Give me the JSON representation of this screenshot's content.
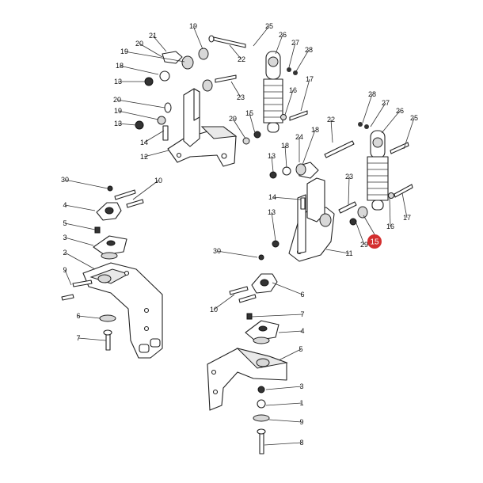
{
  "diagram": {
    "highlight": {
      "label": "15",
      "color": "#d32f2f"
    },
    "labels": [
      "25",
      "26",
      "27",
      "28",
      "19",
      "21",
      "20",
      "22",
      "19",
      "18",
      "13",
      "17",
      "20",
      "19",
      "16",
      "23",
      "13",
      "15",
      "14",
      "29",
      "12",
      "28",
      "27",
      "26",
      "25",
      "22",
      "18",
      "24",
      "18",
      "13",
      "14",
      "13",
      "23",
      "17",
      "16",
      "29",
      "11",
      "30",
      "10",
      "4",
      "5",
      "3",
      "2",
      "30",
      "9",
      "10",
      "6",
      "7",
      "4",
      "5",
      "3",
      "1",
      "9",
      "8",
      "6",
      "7"
    ]
  }
}
